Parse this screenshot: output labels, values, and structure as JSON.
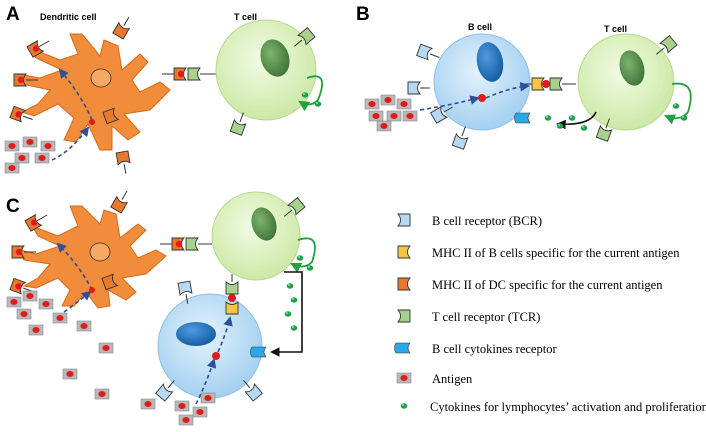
{
  "panels": {
    "a": {
      "letter": "A",
      "dc_label": "Dendritic cell",
      "t_label": "T cell"
    },
    "b": {
      "letter": "B",
      "b_label": "B cell",
      "t_label": "T cell"
    },
    "c": {
      "letter": "C"
    }
  },
  "legend": {
    "bcr": "B cell receptor (BCR)",
    "mhc_b": "MHC II of B cells specific for the current antigen",
    "mhc_dc": "MHC II of DC specific for the current antigen",
    "tcr": "T cell receptor (TCR)",
    "cyt_receptor": "B cell cytokines receptor",
    "antigen": "Antigen",
    "cytokines": "Cytokines for lymphocytes’ activation and proliferation"
  },
  "colors": {
    "dc": "#f08c3a",
    "t_cell": "#d9f0b8",
    "b_cell": "#b9dcf6",
    "nucleus_t": "#4f8a45",
    "nucleus_b": "#1f6fb8",
    "bcr": "#b7d8f2",
    "mhc_b": "#f7c542",
    "mhc_dc": "#e7782e",
    "tcr": "#a9d18e",
    "cyt_receptor": "#29a9e6",
    "antigen_box": "#b8b8b8",
    "antigen_dot": "#e01b1b",
    "cytokine": "#20a04a",
    "arrow_blue": "#2f4f9a",
    "arrow_green": "#22a040"
  }
}
